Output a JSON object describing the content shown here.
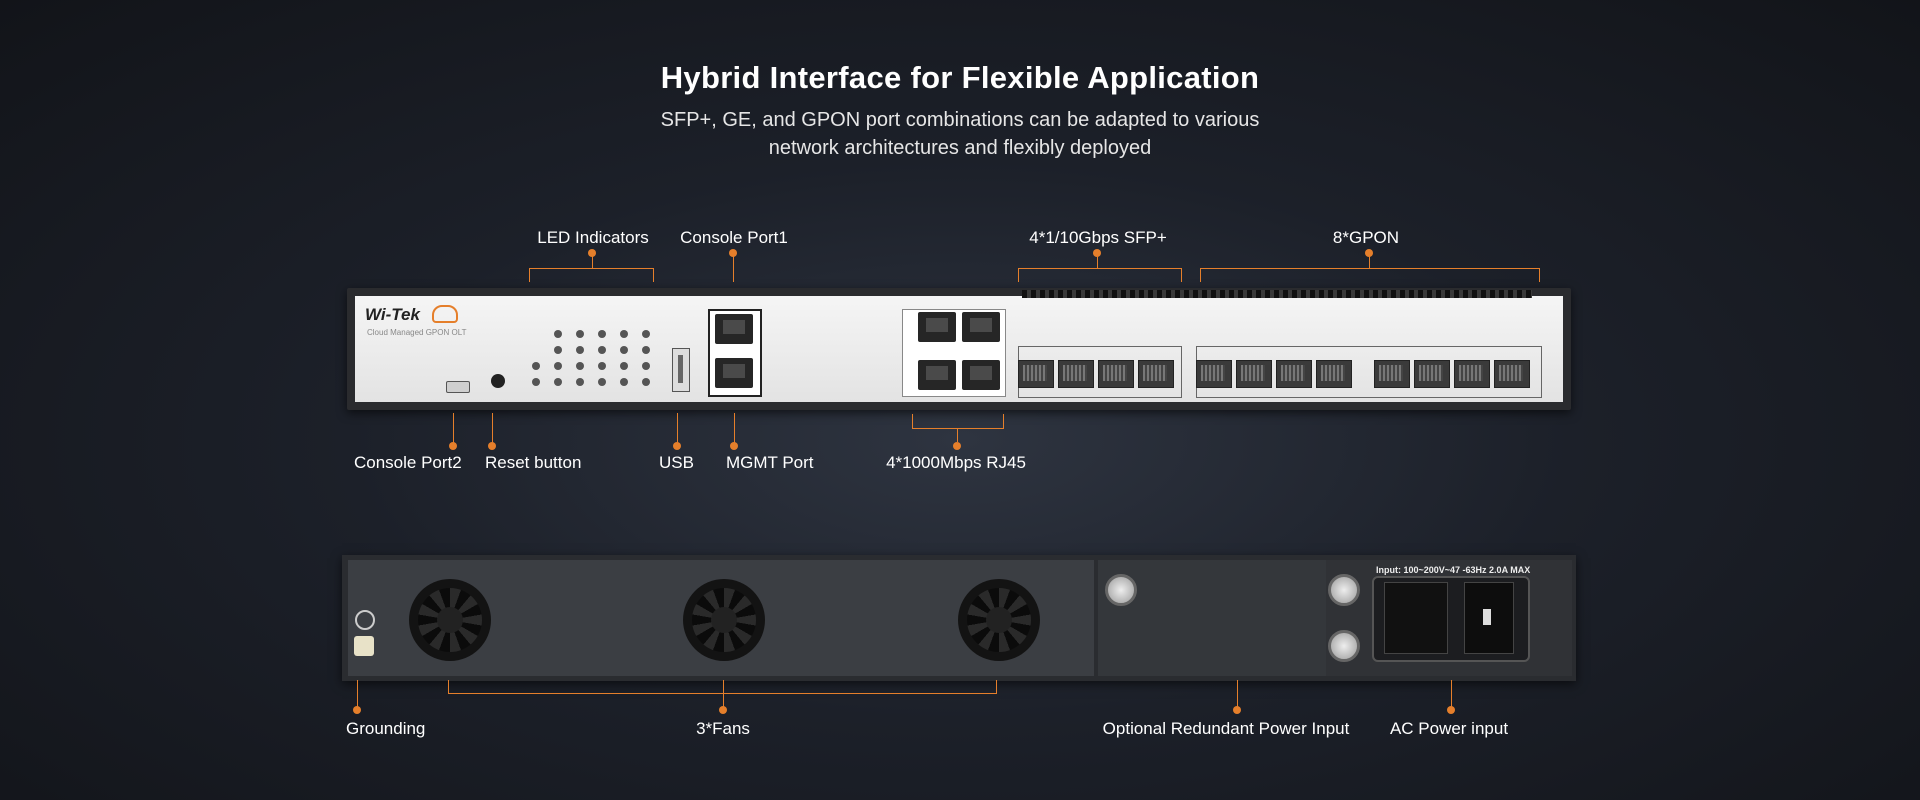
{
  "header": {
    "title": "Hybrid Interface for Flexible Application",
    "subtitle_line1": "SFP+, GE, and GPON port combinations can be adapted to various",
    "subtitle_line2": "network architectures and flexibly deployed"
  },
  "front_panel": {
    "brand": "Wi-Tek",
    "model": "Cloud Managed GPON OLT",
    "labels": {
      "led_indicators": "LED Indicators",
      "console_port1": "Console Port1",
      "sfp_plus": "4*1/10Gbps SFP+",
      "gpon": "8*GPON",
      "console_port2": "Console Port2",
      "reset_button": "Reset button",
      "usb": "USB",
      "mgmt_port": "MGMT Port",
      "rj45": "4*1000Mbps RJ45"
    }
  },
  "rear_panel": {
    "ac_rating": "Input: 100~200V~47 -63Hz 2.0A MAX",
    "labels": {
      "grounding": "Grounding",
      "fans": "3*Fans",
      "redundant_power": "Optional Redundant Power Input",
      "ac_power": "AC Power input"
    }
  },
  "colors": {
    "accent": "#e57f2b",
    "background": "#1c2029",
    "panel_face": "#eeeeee"
  }
}
